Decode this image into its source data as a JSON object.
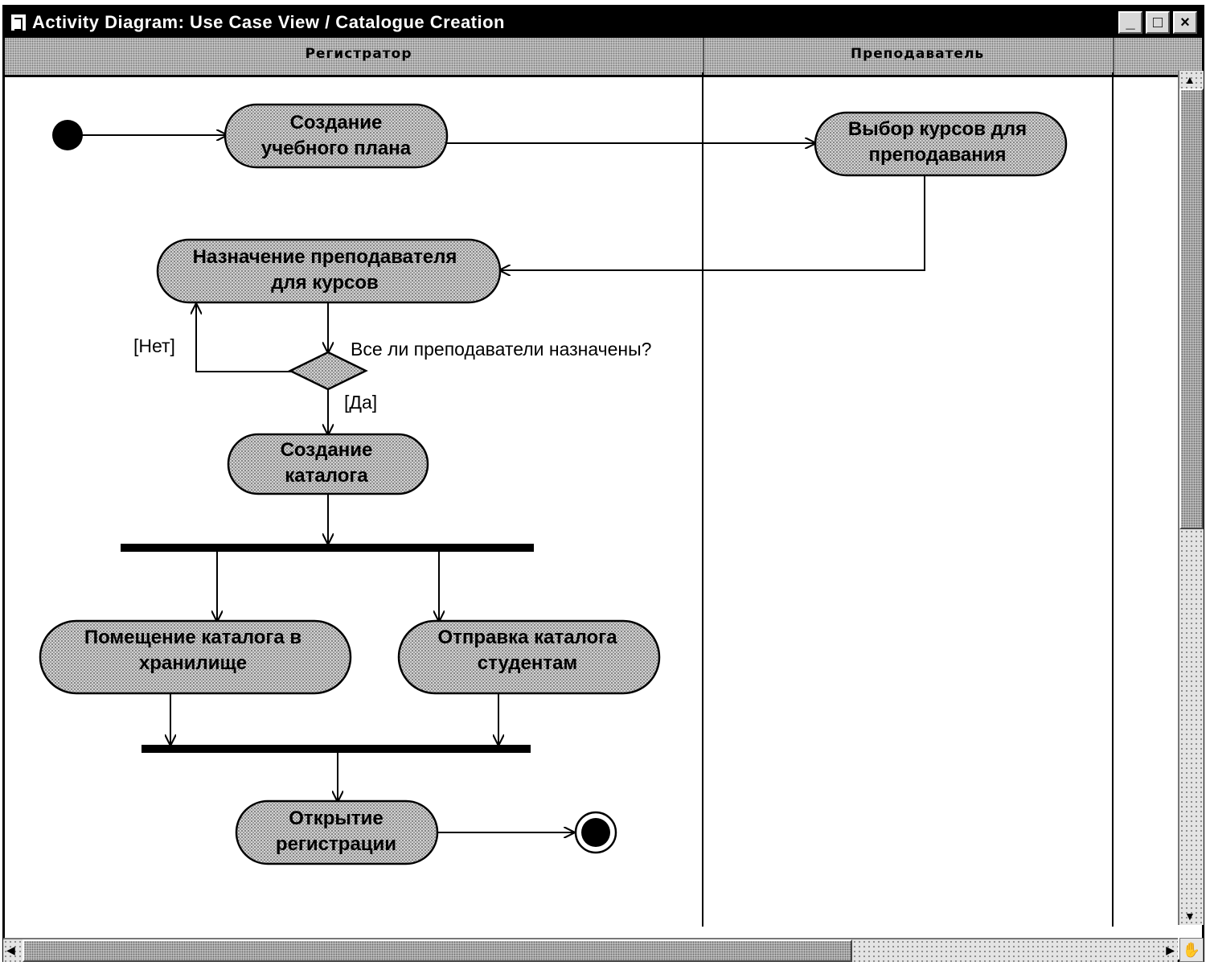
{
  "window": {
    "title": "Activity Diagram: Use Case View / Catalogue Creation",
    "buttons": [
      "minimize",
      "maximize",
      "close"
    ]
  },
  "swimlanes": [
    {
      "label": "Регистратор"
    },
    {
      "label": "Преподаватель"
    }
  ],
  "activities": {
    "a1": [
      "Создание",
      "учебного плана"
    ],
    "a2": [
      "Выбор курсов для",
      "преподавания"
    ],
    "a3": [
      "Назначение преподавателя",
      "для курсов"
    ],
    "a4": [
      "Создание",
      "каталога"
    ],
    "a5": [
      "Помещение каталога в",
      "хранилище"
    ],
    "a6": [
      "Отправка каталога",
      "студентам"
    ],
    "a7": [
      "Открытие",
      "регистрации"
    ]
  },
  "decision": {
    "question": "Все ли преподаватели назначены?",
    "no_guard": "[Нет]",
    "yes_guard": "[Да]"
  },
  "icons": {
    "app": "activity-diagram-icon",
    "hand": "hand-icon"
  },
  "colors": {
    "title_bar": "#000000",
    "activity_fill": "#bdbdbd",
    "background": "#ffffff"
  }
}
